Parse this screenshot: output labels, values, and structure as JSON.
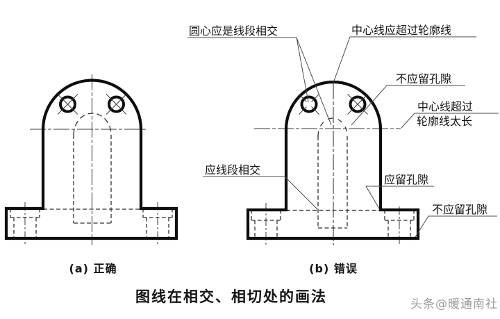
{
  "drawing": {
    "title": "图线在相交、相切处的画法",
    "watermark": "头条@暖通南社",
    "caption_a": "(a) 正确",
    "caption_b": "(b) 错误",
    "callouts": {
      "center_intersect": "圆心应是线段相交",
      "centerline_beyond": "中心线应超过轮廓线",
      "no_gap_top": "不应留孔隙",
      "too_long_1": "中心线超过",
      "too_long_2": "轮廓线太长",
      "segment_intersect": "应线段相交",
      "leave_gap": "应留孔隙",
      "no_gap_bottom": "不应留孔隙"
    },
    "colors": {
      "outline": "#0d0d0d",
      "thin_line": "#3a3a3a",
      "leader": "#4a4a4a",
      "text": "#141414",
      "watermark": "#9b9b9b",
      "background": "#ffffff"
    }
  }
}
